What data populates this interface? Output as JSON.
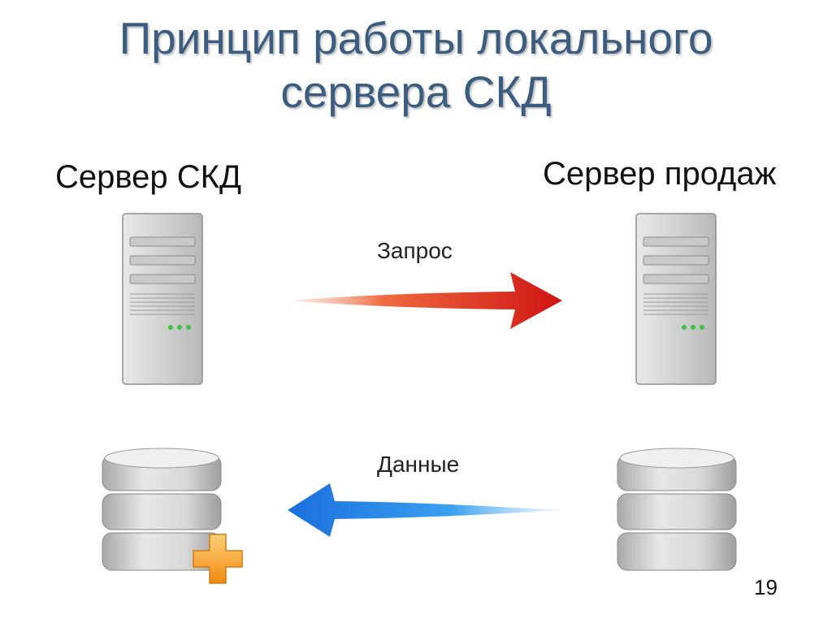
{
  "slide": {
    "title_line1": "Принцип работы локального",
    "title_line2": "сервера СКД",
    "left_label": "Сервер СКД",
    "right_label": "Сервер продаж",
    "request_label": "Запрос",
    "data_label": "Данные",
    "page_number": "19"
  },
  "colors": {
    "title": "#3d5d80",
    "request_arrow": "#d21e12",
    "data_arrow": "#1a78e0",
    "plus_badge": "#f5a623"
  },
  "icons": [
    "server-tower-icon",
    "database-icon",
    "plus-icon",
    "arrow-right-icon",
    "arrow-left-icon"
  ]
}
